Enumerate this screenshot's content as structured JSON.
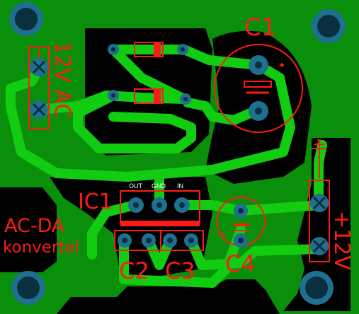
{
  "board": {
    "colors": {
      "background": "#000000",
      "copper": "#0a8f0a",
      "trace": "#11cc11",
      "pad": "#1f6f8f",
      "pad_hole": "#0a2f3f",
      "silk": "#ff1a1a",
      "silk_small": "#ffffff"
    }
  },
  "labels": {
    "c1": "C1",
    "ac12v": "12V AC",
    "ic1": "IC1",
    "out": "OUT",
    "gnd": "GND",
    "in": "IN",
    "ac_dc": "AC-DA",
    "konverter": "konvertel",
    "c2": "C2",
    "c3": "C3",
    "c4": "C4",
    "plus12v": "+12V",
    "plus": "+"
  }
}
